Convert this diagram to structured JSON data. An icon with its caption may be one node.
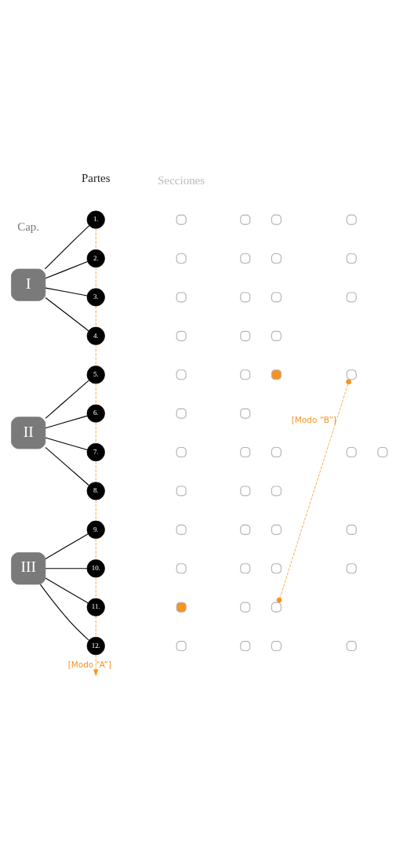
{
  "diagram": {
    "nodes": [
      {
        "text": [
          "I"
        ]
      },
      {
        "text": [
          "II"
        ]
      },
      {
        "text": [
          "III"
        ]
      },
      {
        "text": [
          "1."
        ]
      },
      {
        "text": [
          "2."
        ]
      },
      {
        "text": [
          "3."
        ]
      },
      {
        "text": [
          "4."
        ]
      },
      {
        "text": [
          "5."
        ]
      },
      {
        "text": [
          "6."
        ]
      },
      {
        "text": [
          "7."
        ]
      },
      {
        "text": [
          "8."
        ]
      },
      {
        "text": [
          "9."
        ]
      },
      {
        "text": [
          "10."
        ]
      },
      {
        "text": [
          "11."
        ]
      },
      {
        "text": [
          "12."
        ]
      },
      {
        "text": [],
        "shape": "box"
      },
      {
        "text": [],
        "shape": "box"
      },
      {
        "text": [],
        "shape": "box"
      },
      {
        "text": [],
        "shape": "box"
      },
      {
        "text": [],
        "shape": "box"
      },
      {
        "text": [],
        "shape": "box"
      },
      {
        "text": [],
        "shape": "box"
      },
      {
        "text": [],
        "shape": "box"
      },
      {
        "text": [],
        "shape": "box"
      },
      {
        "text": [],
        "shape": "box"
      },
      {
        "text": [],
        "shape": "box"
      },
      {
        "text": [],
        "shape": "box"
      },
      {
        "text": [],
        "shape": "box"
      },
      {
        "text": [],
        "shape": "box"
      },
      {
        "text": [],
        "shape": "box"
      },
      {
        "text": [],
        "shape": "box"
      },
      {
        "text": [],
        "shape": "box"
      },
      {
        "text": [],
        "shape": "box"
      },
      {
        "text": [],
        "shape": "box"
      },
      {
        "text": [],
        "shape": "box"
      },
      {
        "text": [],
        "shape": "box"
      },
      {
        "text": [],
        "shape": "box"
      },
      {
        "text": [],
        "shape": "box"
      },
      {
        "text": [],
        "shape": "box"
      },
      {
        "text": [],
        "shape": "box"
      },
      {
        "text": [],
        "shape": "box"
      },
      {
        "text": [],
        "shape": "box"
      },
      {
        "text": [],
        "shape": "box"
      },
      {
        "text": [],
        "shape": "box"
      },
      {
        "text": [],
        "shape": "box"
      },
      {
        "text": [],
        "shape": "box"
      },
      {
        "text": [],
        "shape": "box"
      },
      {
        "text": [],
        "shape": "box"
      },
      {
        "text": [],
        "shape": "box"
      },
      {
        "text": [],
        "shape": "box"
      },
      {
        "text": [],
        "shape": "box"
      },
      {
        "text": [],
        "shape": "box"
      },
      {
        "text": [],
        "shape": "box"
      },
      {
        "text": [],
        "shape": "box"
      },
      {
        "text": [],
        "shape": "box"
      },
      {
        "text": [],
        "shape": "box"
      },
      {
        "text": [],
        "shape": "box"
      },
      {
        "text": [],
        "shape": "box"
      },
      {
        "text": [],
        "shape": "box"
      }
    ],
    "edges": [
      {
        "from": 0,
        "to": 3,
        "arrow": "none",
        "color": "#000000"
      },
      {
        "from": 0,
        "to": 4,
        "arrow": "none",
        "color": "#000000"
      },
      {
        "from": 0,
        "to": 5,
        "arrow": "none",
        "color": "#000000"
      },
      {
        "from": 0,
        "to": 6,
        "arrow": "none",
        "color": "#000000"
      },
      {
        "from": 1,
        "to": 7,
        "arrow": "none",
        "color": "#000000"
      },
      {
        "from": 1,
        "to": 8,
        "arrow": "none",
        "color": "#000000"
      },
      {
        "from": 1,
        "to": 9,
        "arrow": "none",
        "color": "#000000"
      },
      {
        "from": 1,
        "to": 10,
        "arrow": "none",
        "color": "#000000"
      },
      {
        "from": 2,
        "to": 11,
        "arrow": "none",
        "color": "#000000"
      },
      {
        "from": 2,
        "to": 12,
        "arrow": "none",
        "color": "#000000"
      },
      {
        "from": 2,
        "to": 13,
        "arrow": "none",
        "color": "#000000"
      },
      {
        "from": 2,
        "to": 14,
        "arrow": "none",
        "color": "#000000"
      },
      {
        "from": 3,
        "to": 4,
        "arrow": "none",
        "style": "dashed",
        "color": "#f7931e"
      },
      {
        "from": 4,
        "to": 5,
        "arrow": "none",
        "style": "dashed",
        "color": "#f7931e"
      },
      {
        "from": 5,
        "to": 6,
        "arrow": "none",
        "style": "dashed",
        "color": "#f7931e"
      },
      {
        "from": 6,
        "to": 7,
        "arrow": "none",
        "style": "dashed",
        "color": "#f7931e"
      },
      {
        "from": 7,
        "to": 8,
        "arrow": "none",
        "style": "dashed",
        "color": "#f7931e"
      },
      {
        "from": 8,
        "to": 9,
        "arrow": "none",
        "style": "dashed",
        "color": "#f7931e"
      },
      {
        "from": 9,
        "to": 10,
        "arrow": "none",
        "style": "dashed",
        "color": "#f7931e"
      },
      {
        "from": 10,
        "to": 11,
        "arrow": "none",
        "style": "dashed",
        "color": "#f7931e"
      },
      {
        "from": 11,
        "to": 12,
        "arrow": "none",
        "style": "dashed",
        "color": "#f7931e"
      },
      {
        "from": 12,
        "to": 13,
        "arrow": "none",
        "style": "dashed",
        "color": "#f7931e"
      },
      {
        "from": 13,
        "to": 14,
        "arrow": "none",
        "style": "dashed",
        "color": "#f7931e"
      },
      {
        "from": 14,
        "to": null,
        "arrow": "to",
        "label": "[Modo “A”]",
        "style": "dashed",
        "color": "#f7931e"
      },
      {
        "from": 33,
        "to": 54,
        "arrow": "other",
        "label": "[Modo “B”]",
        "style": "dashed",
        "color": "#f7931e"
      }
    ],
    "labels": [
      "Cap.",
      "Partes",
      "Secciones"
    ]
  }
}
